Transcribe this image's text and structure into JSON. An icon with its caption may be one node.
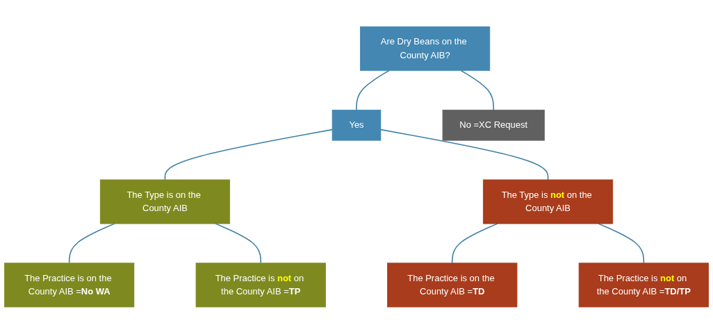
{
  "diagram": {
    "nodes": [
      {
        "text": [
          "Are Dry Beans on the County AIB?"
        ]
      },
      {
        "text": [
          "Yes"
        ]
      },
      {
        "text": [
          "No =XC Request"
        ]
      },
      {
        "text": [
          "The Type is on the County AIB"
        ]
      },
      {
        "text": [
          "The Type is **not** on the County AIB"
        ]
      },
      {
        "text": [
          "The Practice is on the County AIB =**No WA**"
        ]
      },
      {
        "text": [
          "The Practice is **not** on the County AIB =**TP**"
        ]
      },
      {
        "text": [
          "The Practice is on the County AIB =**TD**"
        ]
      },
      {
        "text": [
          "The Practice is **not** on the County AIB =**TD/TP**"
        ]
      }
    ],
    "edges": [
      {
        "from": 0,
        "to": 1,
        "arrow": "none"
      },
      {
        "from": 0,
        "to": 2,
        "arrow": "none"
      },
      {
        "from": 1,
        "to": 3,
        "arrow": "none"
      },
      {
        "from": 1,
        "to": 4,
        "arrow": "none"
      },
      {
        "from": 3,
        "to": 5,
        "arrow": "none"
      },
      {
        "from": 3,
        "to": 6,
        "arrow": "none"
      },
      {
        "from": 4,
        "to": 7,
        "arrow": "none"
      },
      {
        "from": 4,
        "to": 8,
        "arrow": "none"
      }
    ]
  }
}
